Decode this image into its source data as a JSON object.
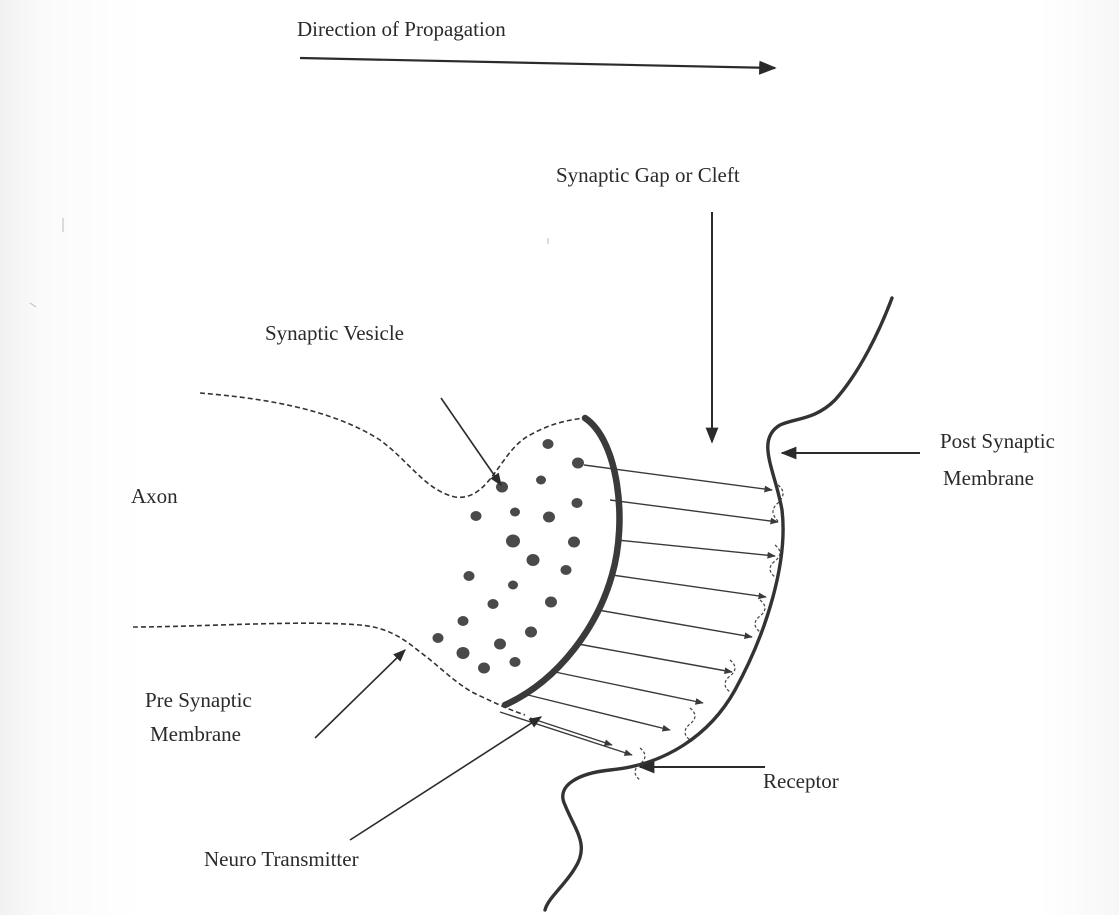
{
  "labels": {
    "direction": "Direction of Propagation",
    "synaptic_gap": "Synaptic Gap or Cleft",
    "synaptic_vesicle": "Synaptic Vesicle",
    "axon": "Axon",
    "post_synaptic_line1": "Post Synaptic",
    "post_synaptic_line2": "Membrane",
    "pre_synaptic_line1": "Pre Synaptic",
    "pre_synaptic_line2": "Membrane",
    "neuro_transmitter": "Neuro Transmitter",
    "receptor": "Receptor"
  },
  "colors": {
    "ink": "#2b2b2b",
    "vesicle": "#555555",
    "membrane": "#3a3a3a",
    "background": "#ffffff"
  }
}
